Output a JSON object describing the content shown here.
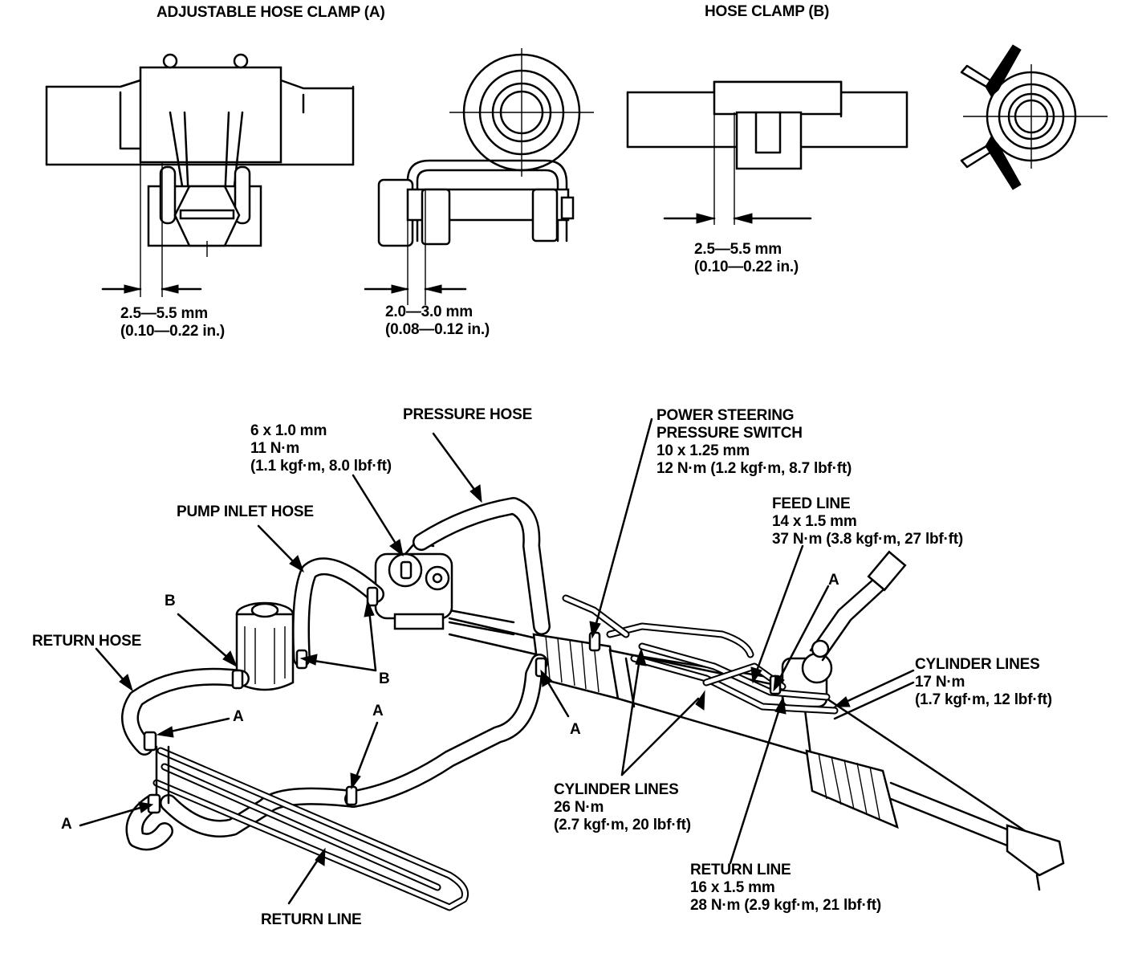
{
  "detail_a": {
    "title": "ADJUSTABLE HOSE CLAMP (A)",
    "dim1": [
      "2.5—5.5 mm",
      "(0.10—0.22 in.)"
    ],
    "dim2": [
      "2.0—3.0 mm",
      "(0.08—0.12 in.)"
    ]
  },
  "detail_b": {
    "title": "HOSE CLAMP (B)",
    "dim": [
      "2.5—5.5 mm",
      "(0.10—0.22 in.)"
    ]
  },
  "callouts": {
    "pressure_hose": "PRESSURE HOSE",
    "banjo_bolt": [
      "6 x 1.0 mm",
      "11 N·m",
      "(1.1 kgf·m, 8.0 lbf·ft)"
    ],
    "pump_inlet_hose": "PUMP INLET HOSE",
    "return_hose": "RETURN HOSE",
    "pressure_switch": [
      "POWER STEERING",
      "PRESSURE SWITCH",
      "10 x 1.25 mm",
      "12 N·m (1.2 kgf·m, 8.7 lbf·ft)"
    ],
    "feed_line": [
      "FEED LINE",
      "14 x 1.5 mm",
      "37 N·m (3.8 kgf·m, 27 lbf·ft)"
    ],
    "cylinder_lines_right": [
      "CYLINDER LINES",
      "17 N·m",
      "(1.7 kgf·m, 12 lbf·ft)"
    ],
    "cylinder_lines_lower": [
      "CYLINDER LINES",
      "26 N·m",
      "(2.7 kgf·m, 20 lbf·ft)"
    ],
    "return_line_right": [
      "RETURN LINE",
      "16 x 1.5 mm",
      "28 N·m (2.9 kgf·m, 21 lbf·ft)"
    ],
    "return_line_lower": "RETURN LINE",
    "clamp_a": "A",
    "clamp_b": "B"
  }
}
